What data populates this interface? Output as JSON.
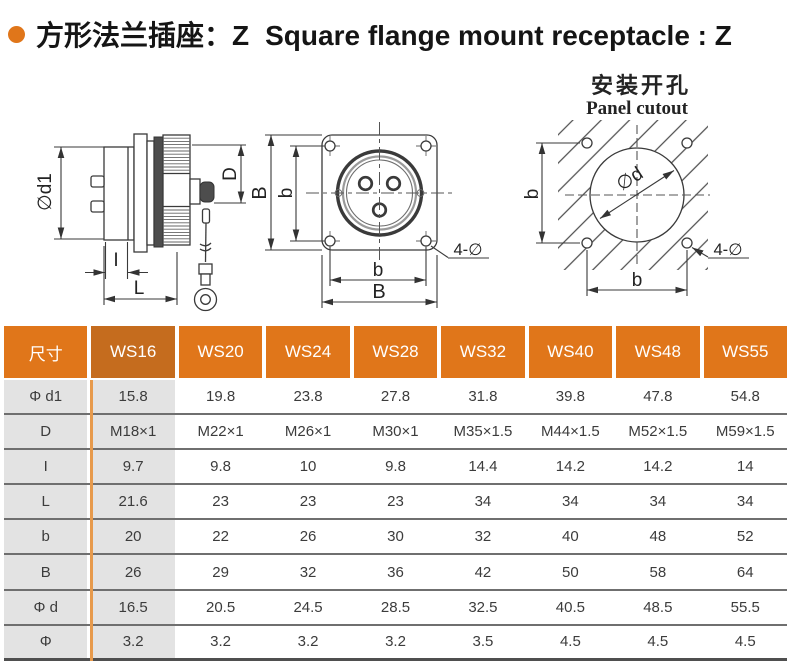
{
  "title": {
    "cn": "方形法兰插座：Z",
    "en": "Square flange mount receptacle : Z"
  },
  "diagrams": {
    "side_view": {
      "dim_d1": "∅d1",
      "dim_D": "D",
      "dim_I": "I",
      "dim_L": "L"
    },
    "front_view": {
      "dim_B_left": "B",
      "dim_b_left": "b",
      "dim_b_bottom": "b",
      "dim_B_bottom": "B",
      "holes_note": "4-∅"
    },
    "panel_cutout": {
      "heading_cn": "安装开孔",
      "heading_en": "Panel cutout",
      "dim_d": "∅d",
      "dim_b_left": "b",
      "dim_b_bottom": "b",
      "holes_note": "4-∅"
    }
  },
  "table": {
    "corner_label": "尺寸",
    "columns": [
      "WS16",
      "WS20",
      "WS24",
      "WS28",
      "WS32",
      "WS40",
      "WS48",
      "WS55"
    ],
    "highlighted_column": "WS16",
    "rows": [
      {
        "label": "Φ d1",
        "values": [
          "15.8",
          "19.8",
          "23.8",
          "27.8",
          "31.8",
          "39.8",
          "47.8",
          "54.8"
        ]
      },
      {
        "label": "D",
        "values": [
          "M18×1",
          "M22×1",
          "M26×1",
          "M30×1",
          "M35×1.5",
          "M44×1.5",
          "M52×1.5",
          "M59×1.5"
        ]
      },
      {
        "label": "I",
        "values": [
          "9.7",
          "9.8",
          "10",
          "9.8",
          "14.4",
          "14.2",
          "14.2",
          "14"
        ]
      },
      {
        "label": "L",
        "values": [
          "21.6",
          "23",
          "23",
          "23",
          "34",
          "34",
          "34",
          "34"
        ]
      },
      {
        "label": "b",
        "values": [
          "20",
          "22",
          "26",
          "30",
          "32",
          "40",
          "48",
          "52"
        ]
      },
      {
        "label": "B",
        "values": [
          "26",
          "29",
          "32",
          "36",
          "42",
          "50",
          "58",
          "64"
        ]
      },
      {
        "label": "Φ d",
        "values": [
          "16.5",
          "20.5",
          "24.5",
          "28.5",
          "32.5",
          "40.5",
          "48.5",
          "55.5"
        ]
      },
      {
        "label": "Φ",
        "values": [
          "3.2",
          "3.2",
          "3.2",
          "3.2",
          "3.5",
          "4.5",
          "4.5",
          "4.5"
        ]
      }
    ]
  },
  "colors": {
    "accent_orange": "#E0761A",
    "header_selected_orange": "#C56C1E",
    "divider_orange": "#E79A4C",
    "row_gray": "#E3E3E3",
    "line_dark": "#6F6F6F",
    "text_dark": "#3C3C3C",
    "diagram_stroke": "#3A3A3A"
  }
}
